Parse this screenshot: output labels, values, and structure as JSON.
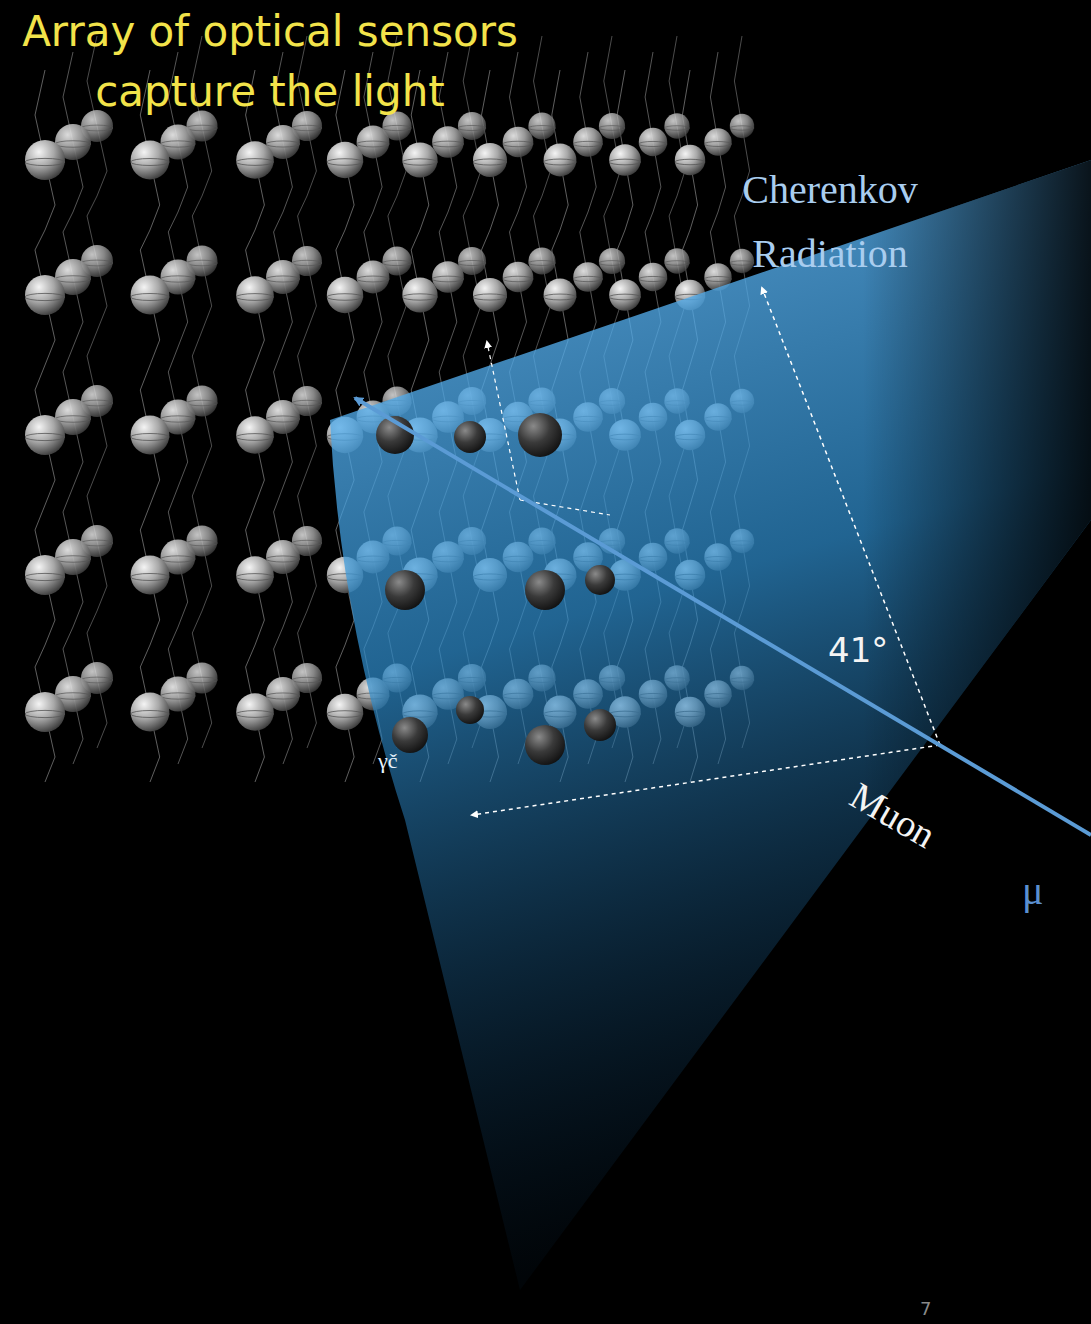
{
  "diagram": {
    "labels": [
      "Array of optical sensors capture the light",
      "Cherenkov Radiation",
      "41°",
      "Muon",
      "μ",
      "γč",
      "7"
    ]
  }
}
